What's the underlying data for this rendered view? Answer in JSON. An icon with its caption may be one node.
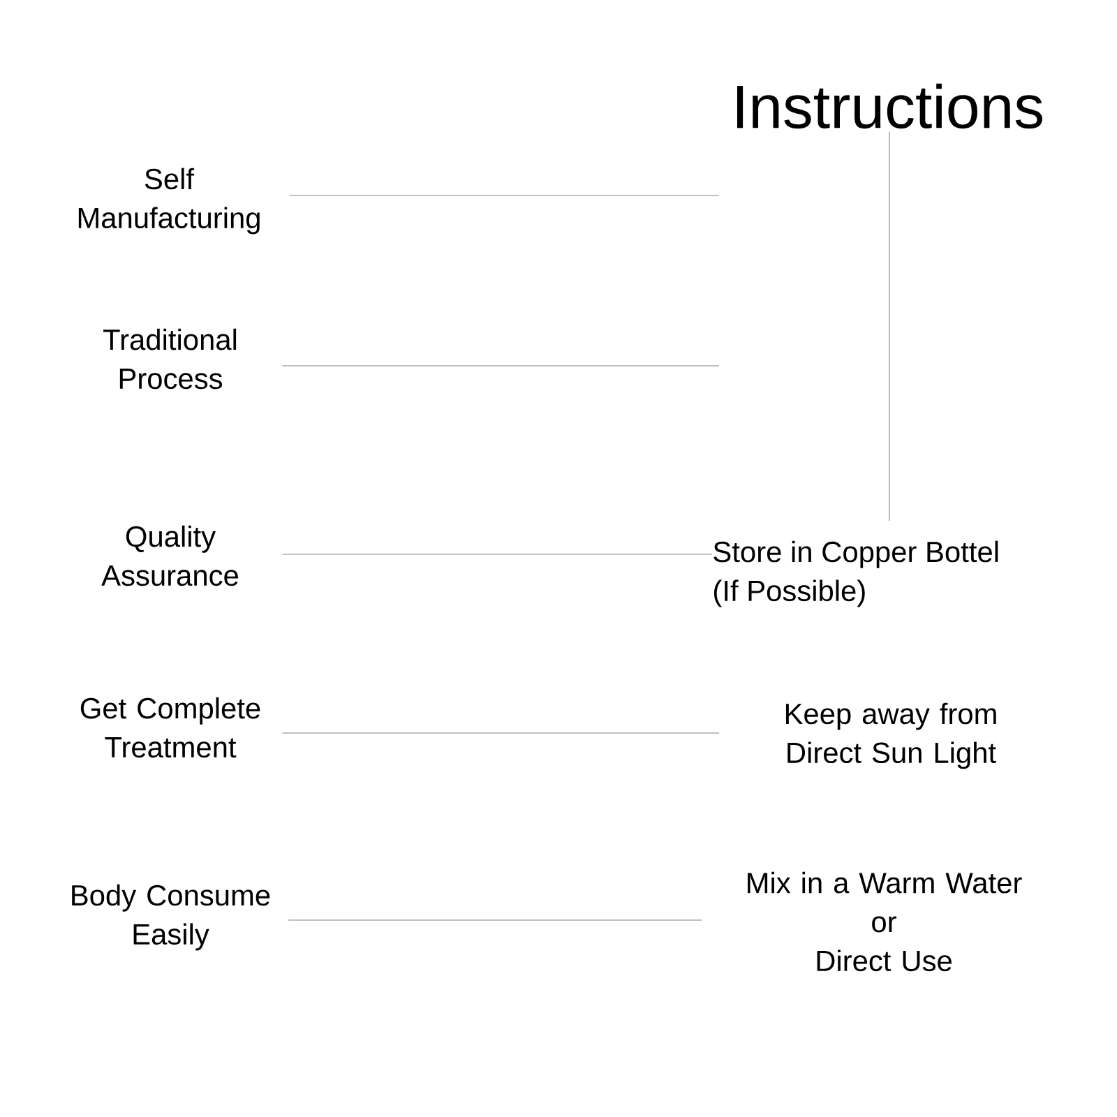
{
  "diagram": {
    "nodes": [
      {
        "text": [
          "Instructions"
        ]
      },
      {
        "text": [
          "Self Manufacturing"
        ]
      },
      {
        "text": [
          "Traditional Process"
        ]
      },
      {
        "text": [
          "Quality Assurance"
        ]
      },
      {
        "text": [
          "Store in Copper Bottel (If Possible)"
        ]
      },
      {
        "text": [
          "Get Complete Treatment"
        ]
      },
      {
        "text": [
          "Keep away from Direct Sun Light"
        ]
      },
      {
        "text": [
          "Body Consume Easily"
        ]
      },
      {
        "text": [
          "Mix in a Warm Water",
          "or",
          "Direct Use"
        ]
      }
    ],
    "edges": [
      {
        "from": 0,
        "to": 4,
        "arrow": "none"
      },
      {
        "from": 1,
        "to": null,
        "arrow": "none"
      },
      {
        "from": 2,
        "to": null,
        "arrow": "none"
      },
      {
        "from": 3,
        "to": 4,
        "arrow": "none"
      },
      {
        "from": 5,
        "to": null,
        "arrow": "none"
      },
      {
        "from": 7,
        "to": 8,
        "arrow": "none"
      }
    ]
  }
}
